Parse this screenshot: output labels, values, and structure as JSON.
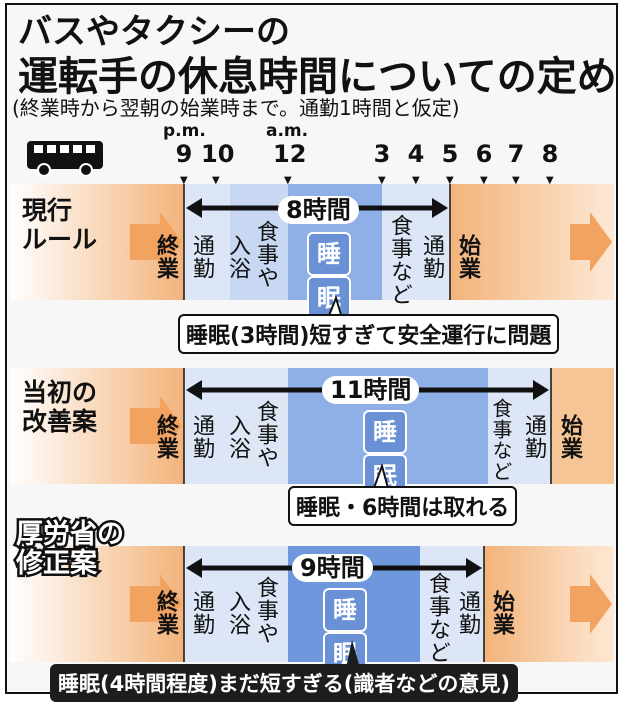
{
  "title_line1": "バスやタクシーの",
  "title_line2": "運転手の休息時間についての定め",
  "subtitle": "(終業時から翌朝の始業時まで。通勤1時間と仮定)",
  "timeline": {
    "pm_label": "p.m.",
    "am_label": "a.m.",
    "hours": [
      "9",
      "10",
      "12",
      "3",
      "4",
      "5",
      "6",
      "7",
      "8"
    ]
  },
  "colors": {
    "orange": "#f1ad72",
    "light_blue": "#dce6f6",
    "mid_blue": "#c6d6f0",
    "sleep_blue": "#8fb0e6",
    "sleep_dark": "#4e7ccd",
    "ink": "#111111"
  },
  "labels": {
    "end": "終業",
    "commute": "通勤",
    "bath": "入浴",
    "meal": "食事や",
    "meal_etc": "食事など",
    "start": "始業",
    "sleep_1": "睡",
    "sleep_2": "眠"
  },
  "rows": [
    {
      "title": "現行\nルール",
      "duration": "8時間",
      "callout": "睡眠(3時間)短すぎて安全運行に問題"
    },
    {
      "title": "当初の\n改善案",
      "duration": "11時間",
      "callout": "睡眠・6時間は取れる"
    },
    {
      "title": "厚労省の\n修正案",
      "duration": "9時間",
      "callout": "睡眠(4時間程度)まだ短すぎる(識者などの意見)"
    }
  ]
}
